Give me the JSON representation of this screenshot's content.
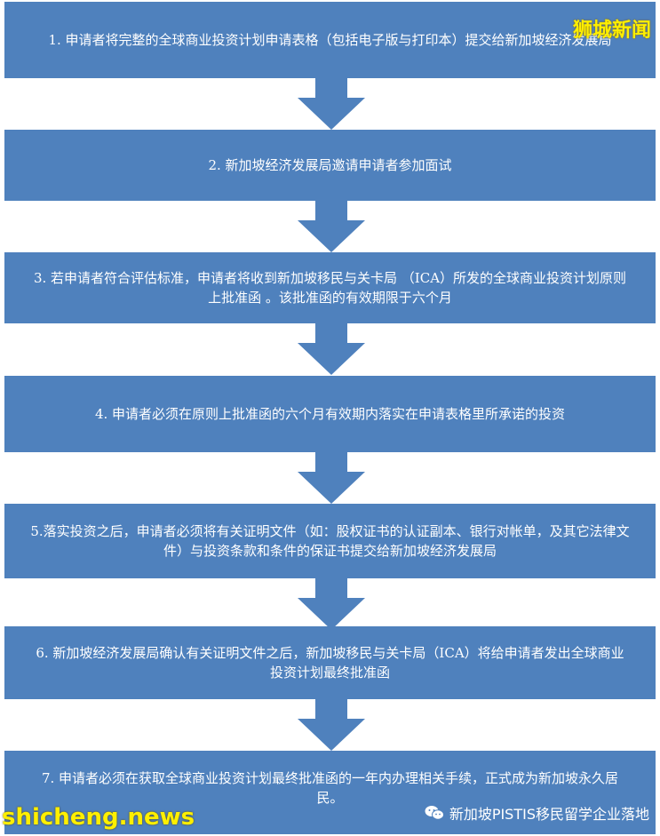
{
  "colors": {
    "box": "#4f81bd",
    "arrow": "#4f81bd",
    "text": "#ffffff",
    "watermark": "#ffef00"
  },
  "steps": [
    {
      "text": "1.  申请者将完整的全球商业投资计划申请表格（包括电子版与打印本）提交给新加坡经济发展局"
    },
    {
      "text": "2.  新加坡经济发展局邀请申请者参加面试"
    },
    {
      "text": "3.  若申请者符合评估标准，申请者将收到新加坡移民与关卡局 （ICA）所发的全球商业投资计划原则上批准函 。该批准函的有效期限于六个月"
    },
    {
      "text": "4.  申请者必须在原则上批准函的六个月有效期内落实在申请表格里所承诺的投资"
    },
    {
      "text": "5.落实投资之后，申请者必须将有关证明文件（如：股权证书的认证副本、银行对帐单，及其它法律文件）与投资条款和条件的保证书提交给新加坡经济发展局"
    },
    {
      "text": "6.  新加坡经济发展局确认有关证明文件之后，新加坡移民与关卡局（ICA）将给申请者发出全球商业投资计划最终批准函"
    },
    {
      "text": "7.  申请者必须在获取全球商业投资计划最终批准函的一年内办理相关手续，正式成为新加坡永久居民。"
    }
  ],
  "watermarks": {
    "top_right": "狮城新闻",
    "site": "shicheng.news",
    "account": "新加坡PISTIS移民留学企业落地",
    "account_icon": "wechat-icon"
  }
}
